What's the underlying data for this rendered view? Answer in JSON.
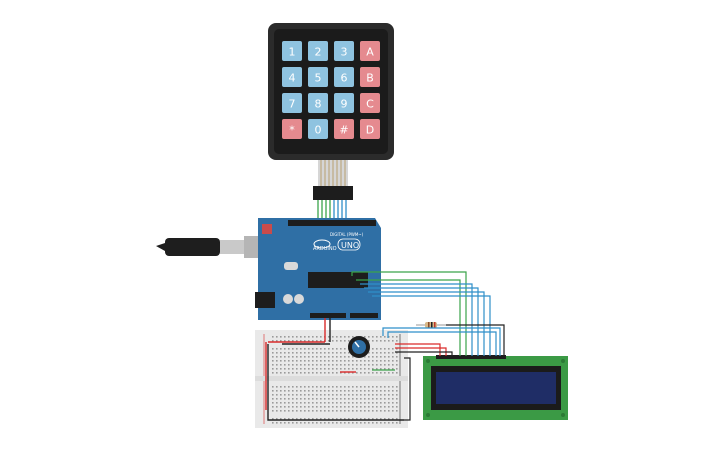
{
  "keypad": {
    "rows": [
      [
        {
          "label": "1",
          "kind": "num"
        },
        {
          "label": "2",
          "kind": "num"
        },
        {
          "label": "3",
          "kind": "num"
        },
        {
          "label": "A",
          "kind": "letter"
        }
      ],
      [
        {
          "label": "4",
          "kind": "num"
        },
        {
          "label": "5",
          "kind": "num"
        },
        {
          "label": "6",
          "kind": "num"
        },
        {
          "label": "B",
          "kind": "letter"
        }
      ],
      [
        {
          "label": "7",
          "kind": "num"
        },
        {
          "label": "8",
          "kind": "num"
        },
        {
          "label": "9",
          "kind": "num"
        },
        {
          "label": "C",
          "kind": "letter"
        }
      ],
      [
        {
          "label": "*",
          "kind": "letter"
        },
        {
          "label": "0",
          "kind": "num"
        },
        {
          "label": "#",
          "kind": "letter"
        },
        {
          "label": "D",
          "kind": "letter"
        }
      ]
    ]
  },
  "arduino": {
    "brand": "ARDUINO",
    "model": "UNO",
    "header_label": "DIGITAL (PWM~)"
  },
  "colors": {
    "key_num": "#8fc3e0",
    "key_letter": "#e58a8f",
    "keypad_body": "#2b2b2b",
    "board": "#2f6fa5",
    "breadboard": "#e9e9e9",
    "lcd_pcb": "#3b9a45",
    "lcd_screen": "#1f2d66",
    "wire_green": "#3aa34a",
    "wire_blue": "#2f8fc9",
    "wire_red": "#d92a2a",
    "wire_black": "#222222"
  }
}
